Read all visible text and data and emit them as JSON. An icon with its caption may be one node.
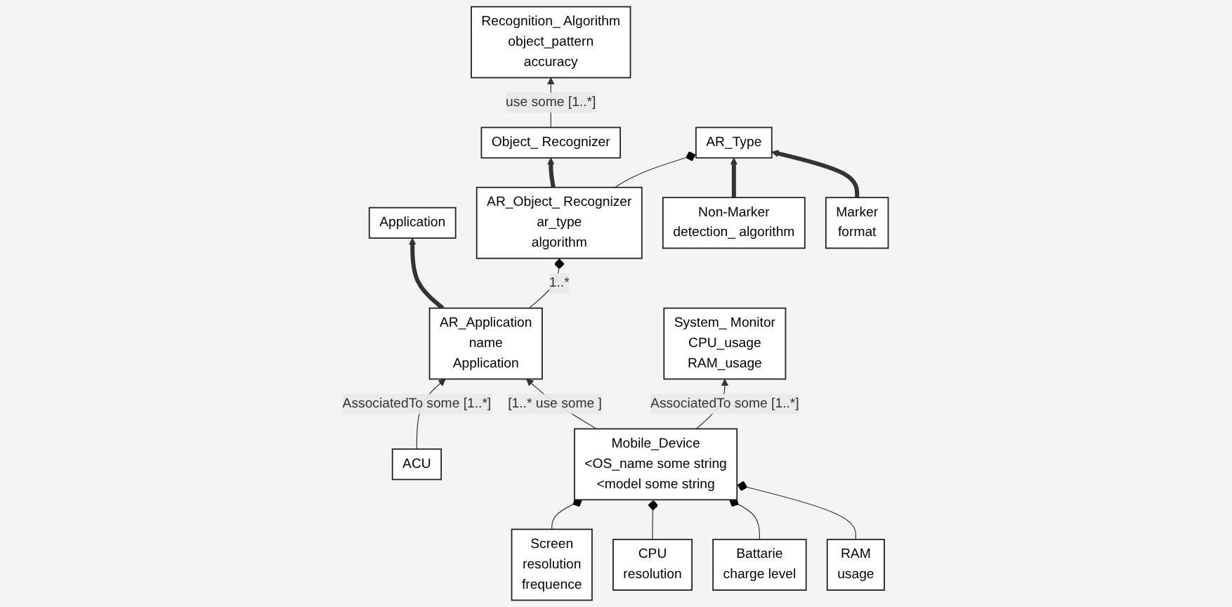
{
  "diagram": {
    "nodes": [
      {
        "text": [
          "Application"
        ]
      },
      {
        "text": [
          "AR_Application",
          "name",
          "Application"
        ]
      },
      {
        "text": [
          "Recognition_ Algorithm",
          "object_pattern",
          "accuracy"
        ]
      },
      {
        "text": [
          "System_ Monitor",
          "CPU_usage",
          "RAM_usage"
        ]
      },
      {
        "text": [
          "Object_ Recognizer"
        ]
      },
      {
        "text": [
          "ACU"
        ]
      },
      {
        "text": [
          "AR_Type"
        ]
      },
      {
        "text": [
          "Mobile_Device",
          "<OS_name some string",
          "<model some string"
        ]
      },
      {
        "text": [
          "AR_Object_ Recognizer",
          "ar_type",
          "algorithm"
        ]
      },
      {
        "text": [
          "Screen",
          "resolution",
          "frequence"
        ]
      },
      {
        "text": [
          "CPU",
          "resolution"
        ]
      },
      {
        "text": [
          "Battarie",
          "charge level"
        ]
      },
      {
        "text": [
          "RAM",
          "usage"
        ]
      },
      {
        "text": [
          "Non-Marker",
          "detection_ algorithm"
        ]
      },
      {
        "text": [
          "Marker",
          "format"
        ]
      }
    ],
    "edges": [
      {
        "from": 1,
        "to": 0,
        "arrow": "to",
        "style": "thick"
      },
      {
        "from": 7,
        "to": 1,
        "arrow": "to",
        "label": "[1..* use some ]"
      },
      {
        "from": 5,
        "to": 1,
        "arrow": "to",
        "label": "AssociatedTo some [1..*]"
      },
      {
        "from": 1,
        "to": 8,
        "arrow": "other",
        "label": "1..*"
      },
      {
        "from": 4,
        "to": 2,
        "arrow": "to",
        "label": "use some [1..*]"
      },
      {
        "from": 8,
        "to": 4,
        "arrow": "to",
        "style": "thick"
      },
      {
        "from": 7,
        "to": 3,
        "arrow": "to",
        "label": "AssociatedTo some [1..*]"
      },
      {
        "from": 8,
        "to": 6,
        "arrow": "other"
      },
      {
        "from": 13,
        "to": 6,
        "arrow": "to",
        "style": "thick"
      },
      {
        "from": 14,
        "to": 6,
        "arrow": "to",
        "style": "thick"
      },
      {
        "from": 9,
        "to": 7,
        "arrow": "other"
      },
      {
        "from": 10,
        "to": 7,
        "arrow": "other"
      },
      {
        "from": 11,
        "to": 7,
        "arrow": "other"
      },
      {
        "from": 12,
        "to": 7,
        "arrow": "other"
      }
    ]
  }
}
